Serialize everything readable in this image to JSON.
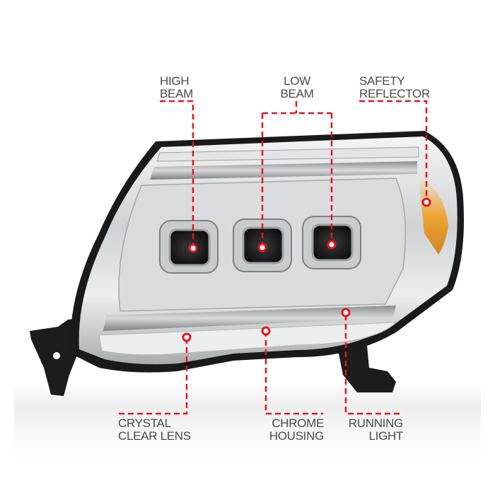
{
  "callouts": {
    "high_beam": {
      "line1": "HIGH",
      "line2": "BEAM"
    },
    "low_beam": {
      "line1": "LOW",
      "line2": "BEAM"
    },
    "safety_reflector": {
      "line1": "SAFETY",
      "line2": "REFLECTOR"
    },
    "crystal_clear_lens": {
      "line1": "CRYSTAL",
      "line2": "CLEAR LENS"
    },
    "chrome_housing": {
      "line1": "CHROME",
      "line2": "HOUSING"
    },
    "running_light": {
      "line1": "RUNNING",
      "line2": "LIGHT"
    }
  },
  "colors": {
    "callout_line": "#e8141c",
    "label_text": "#4a4a4a",
    "amber_reflector": "#f0a020",
    "housing_black": "#1a1a1a"
  },
  "product": {
    "name": "headlight-assembly"
  }
}
